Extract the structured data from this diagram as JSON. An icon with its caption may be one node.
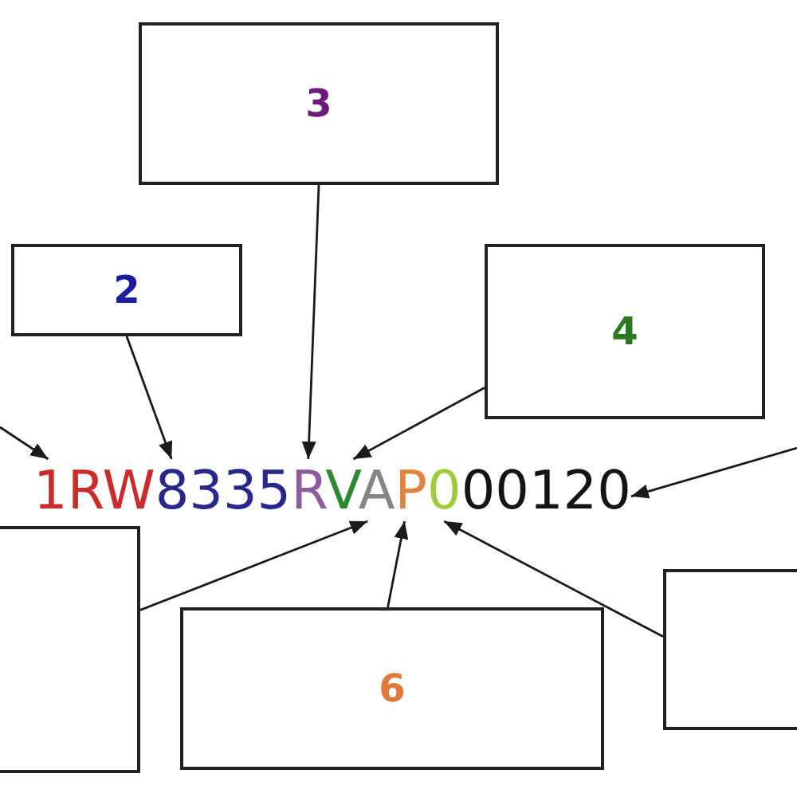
{
  "diagram": {
    "nodes": [
      {
        "text": [
          "3"
        ]
      },
      {
        "text": [
          "2"
        ]
      },
      {
        "text": [
          "4"
        ]
      },
      {
        "text": [
          "1RW"
        ]
      },
      {
        "text": [
          "8335"
        ]
      },
      {
        "text": [
          "R"
        ]
      },
      {
        "text": [
          "V"
        ]
      },
      {
        "text": [
          "A"
        ]
      },
      {
        "text": [
          "P"
        ]
      },
      {
        "text": [
          "0"
        ]
      },
      {
        "text": [
          "00120"
        ]
      },
      {
        "text": [],
        "shape": "box"
      },
      {
        "text": [
          "6"
        ]
      },
      {
        "text": [],
        "shape": "box"
      }
    ],
    "edges": [
      {
        "from": null,
        "to": 3,
        "arrow": "to"
      },
      {
        "from": 1,
        "to": 4,
        "arrow": "to"
      },
      {
        "from": 0,
        "to": 5,
        "arrow": "to"
      },
      {
        "from": 2,
        "to": 6,
        "arrow": "to"
      },
      {
        "from": null,
        "to": 10,
        "arrow": "to"
      },
      {
        "from": 11,
        "to": 7,
        "arrow": "to"
      },
      {
        "from": 12,
        "to": 8,
        "arrow": "to"
      },
      {
        "from": 13,
        "to": 9,
        "arrow": "to"
      }
    ]
  }
}
